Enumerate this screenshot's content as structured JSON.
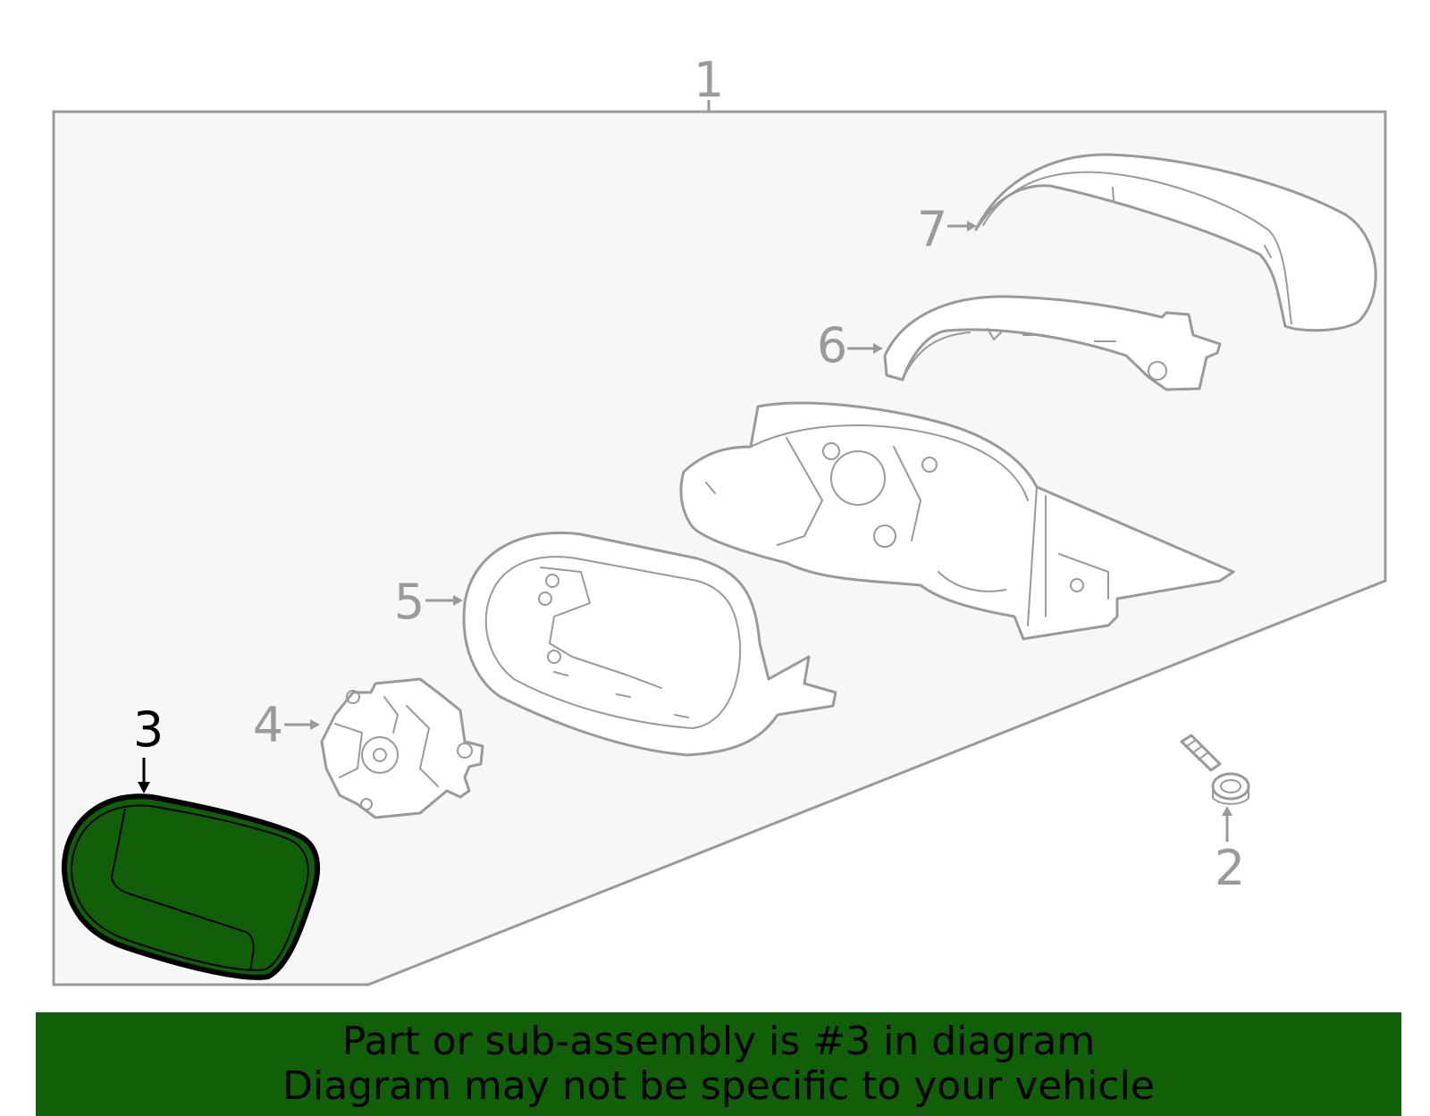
{
  "diagram": {
    "callouts": [
      {
        "id": "1",
        "label": "1",
        "highlighted": false
      },
      {
        "id": "2",
        "label": "2",
        "highlighted": false
      },
      {
        "id": "3",
        "label": "3",
        "highlighted": true
      },
      {
        "id": "4",
        "label": "4",
        "highlighted": false
      },
      {
        "id": "5",
        "label": "5",
        "highlighted": false
      },
      {
        "id": "6",
        "label": "6",
        "highlighted": false
      },
      {
        "id": "7",
        "label": "7",
        "highlighted": false
      }
    ],
    "highlighted_part": "3"
  },
  "banner": {
    "line1": "Part or sub-assembly is #3 in diagram",
    "line2": "Diagram may not be specific to your vehicle"
  },
  "colors": {
    "highlight_green": "#116009",
    "part_stroke": "#9a9a9a",
    "panel_fill": "#f7f7f7",
    "banner_background": "#116009",
    "text_dark": "#000000"
  }
}
